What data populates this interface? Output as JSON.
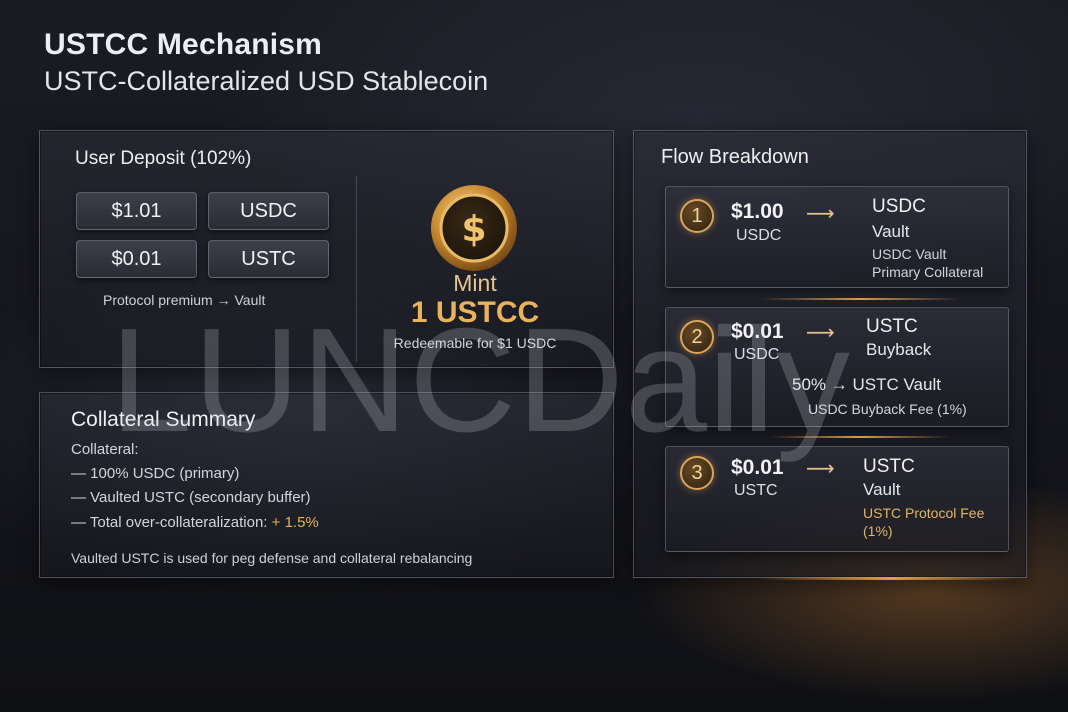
{
  "header": {
    "title": "USTCC Mechanism",
    "subtitle": "USTC-Collateralized USD Stablecoin"
  },
  "deposit": {
    "heading": "User Deposit (102%)",
    "rows": [
      {
        "amount": "$1.01",
        "token": "USDC"
      },
      {
        "amount": "$0.01",
        "token": "USTC"
      }
    ],
    "note": "Protocol premium → Vault"
  },
  "mint": {
    "label": "Mint",
    "amount": "1 USTCC",
    "redeem": "Redeemable for $1 USDC"
  },
  "summary": {
    "heading": "Collateral Summary",
    "label": "Collateral:",
    "line1": "— 100% USDC (primary)",
    "line2": "— Vaulted USTC (secondary buffer)",
    "line3": "— Total over-collateralization:",
    "line3_value": "+ 1.5%",
    "footnote": "Vaulted USTC is used for peg defense and collateral rebalancing"
  },
  "flow": {
    "heading": "Flow Breakdown",
    "steps": [
      {
        "num": "1",
        "amount": "$1.00",
        "unit": "USDC",
        "arrow": "⟶",
        "dest_line1": "USDC",
        "dest_line2": "Vault",
        "note1": "USDC Vault",
        "note2": "Primary Collateral"
      },
      {
        "num": "2",
        "amount": "$0.01",
        "unit": "USDC",
        "arrow": "⟶",
        "dest_line1": "USTC",
        "dest_line2": "Buyback",
        "split": "50% → USTC Vault",
        "note1": "USDC Buyback Fee (1%)"
      },
      {
        "num": "3",
        "amount": "$0.01",
        "unit": "USTC",
        "arrow": "⟶",
        "dest_line1": "USTC",
        "dest_line2": "Vault",
        "note1": "USTC Protocol Fee",
        "note2": "(1%)"
      }
    ]
  },
  "watermark": "LUNCDaily",
  "colors": {
    "gold": "#e8b35a",
    "background": "#16171d",
    "panel_border": "#aab0c3"
  },
  "icons": {
    "coin": "dollar-coin-icon"
  }
}
